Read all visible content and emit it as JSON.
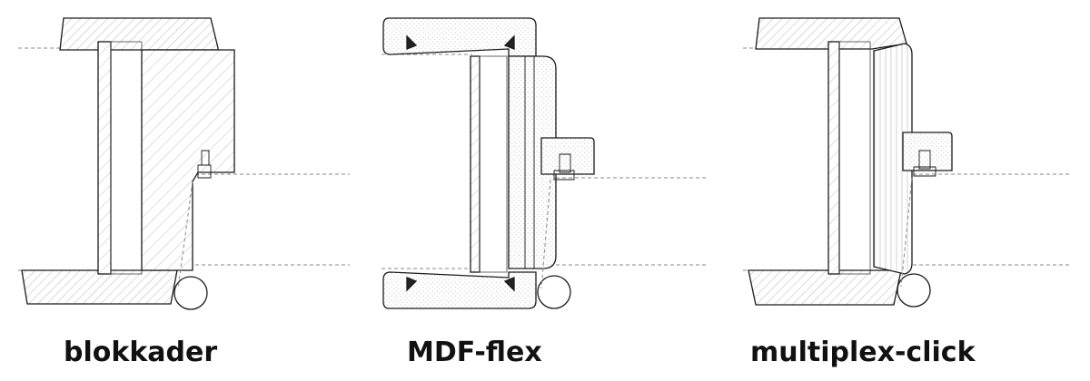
{
  "captions": {
    "blokkader": "blokkader",
    "mdf_flex": "MDF-flex",
    "multiplex_click": "multiplex-click"
  }
}
